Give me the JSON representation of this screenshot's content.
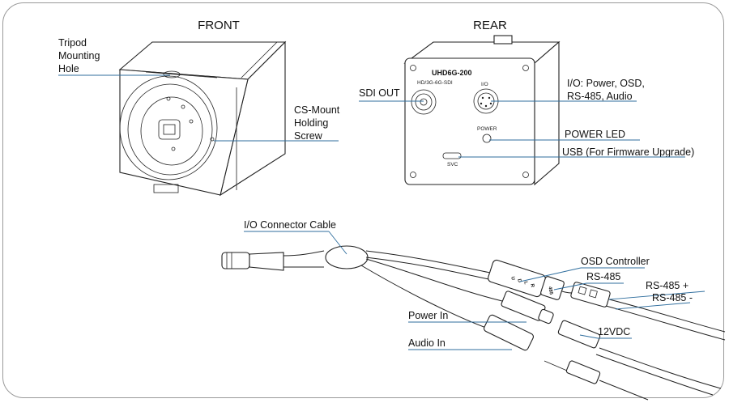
{
  "front": {
    "heading": "FRONT",
    "tripod_label": [
      "Tripod",
      "Mounting",
      "Hole"
    ],
    "csmount_label": [
      "CS-Mount",
      "Holding",
      "Screw"
    ]
  },
  "rear": {
    "heading": "REAR",
    "model": "UHD6G-200",
    "sdi_port_text": "HD/3G-6G-SDI",
    "io_port_text": "I/O",
    "power_port_text": "POWER",
    "svc_text": "SVC",
    "sdi_out_label": "SDI OUT",
    "io_label": [
      "I/O: Power, OSD,",
      "RS-485, Audio"
    ],
    "power_led_label": "POWER LED",
    "usb_label": "USB (For Firmware Upgrade)"
  },
  "cable": {
    "io_cable_label": "I/O Connector Cable",
    "osd_label": "OSD Controller",
    "osd_buttons": [
      "U",
      "D",
      "L",
      "R"
    ],
    "rs485_label": "RS-485",
    "rs485_box_text": "485",
    "rs485_plus_label": "RS-485 +",
    "rs485_minus_label": "RS-485 -",
    "power_in_label": "Power In",
    "vdc_label": "12VDC",
    "audio_in_label": "Audio In"
  },
  "colors": {
    "leader_line": "#2f6e9e",
    "outline": "#222222",
    "frame": "#9a9a9a"
  }
}
